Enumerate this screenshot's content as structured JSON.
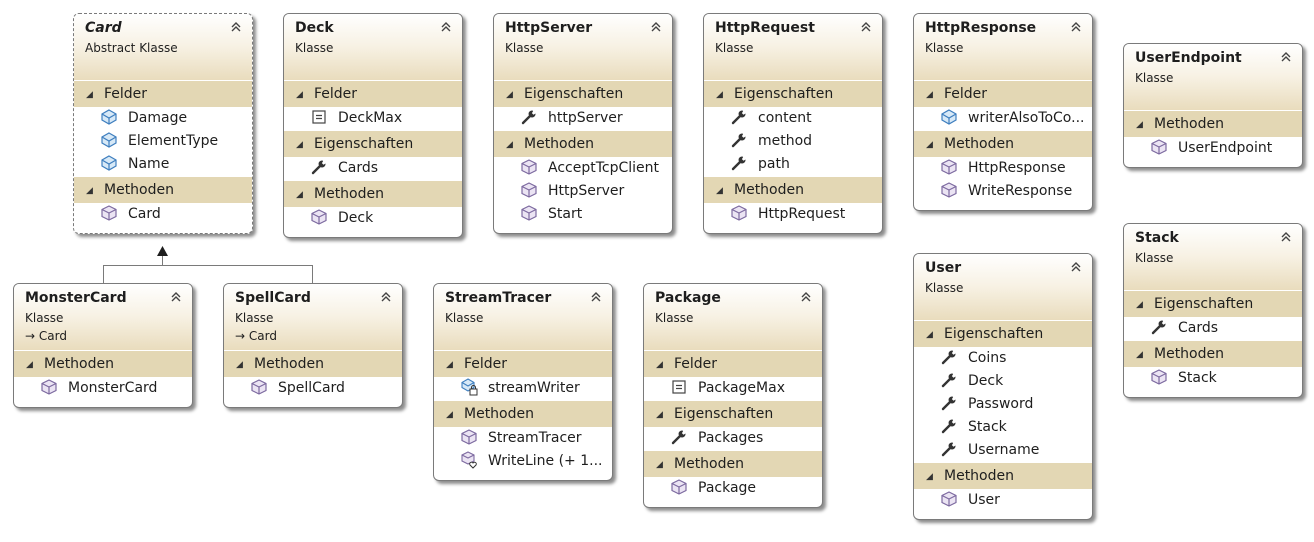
{
  "classes": [
    {
      "id": "card",
      "name": "Card",
      "kind": "Abstract Klasse",
      "abstract": true,
      "sections": [
        {
          "title": "Felder",
          "members": [
            {
              "label": "Damage",
              "icon": "field-icon"
            },
            {
              "label": "ElementType",
              "icon": "field-icon"
            },
            {
              "label": "Name",
              "icon": "field-icon"
            }
          ]
        },
        {
          "title": "Methoden",
          "members": [
            {
              "label": "Card",
              "icon": "method-icon"
            }
          ]
        }
      ]
    },
    {
      "id": "deck",
      "name": "Deck",
      "kind": "Klasse",
      "sections": [
        {
          "title": "Felder",
          "members": [
            {
              "label": "DeckMax",
              "icon": "constant-icon"
            }
          ]
        },
        {
          "title": "Eigenschaften",
          "members": [
            {
              "label": "Cards",
              "icon": "property-icon"
            }
          ]
        },
        {
          "title": "Methoden",
          "members": [
            {
              "label": "Deck",
              "icon": "method-icon"
            }
          ]
        }
      ]
    },
    {
      "id": "httpserver",
      "name": "HttpServer",
      "kind": "Klasse",
      "sections": [
        {
          "title": "Eigenschaften",
          "members": [
            {
              "label": "httpServer",
              "icon": "property-icon"
            }
          ]
        },
        {
          "title": "Methoden",
          "members": [
            {
              "label": "AcceptTcpClient",
              "icon": "method-icon"
            },
            {
              "label": "HttpServer",
              "icon": "method-icon"
            },
            {
              "label": "Start",
              "icon": "method-icon"
            }
          ]
        }
      ]
    },
    {
      "id": "httprequest",
      "name": "HttpRequest",
      "kind": "Klasse",
      "sections": [
        {
          "title": "Eigenschaften",
          "members": [
            {
              "label": "content",
              "icon": "property-icon"
            },
            {
              "label": "method",
              "icon": "property-icon"
            },
            {
              "label": "path",
              "icon": "property-icon"
            }
          ]
        },
        {
          "title": "Methoden",
          "members": [
            {
              "label": "HttpRequest",
              "icon": "method-icon"
            }
          ]
        }
      ]
    },
    {
      "id": "httpresponse",
      "name": "HttpResponse",
      "kind": "Klasse",
      "sections": [
        {
          "title": "Felder",
          "members": [
            {
              "label": "writerAlsoToCo...",
              "icon": "field-icon"
            }
          ]
        },
        {
          "title": "Methoden",
          "members": [
            {
              "label": "HttpResponse",
              "icon": "method-icon"
            },
            {
              "label": "WriteResponse",
              "icon": "method-icon"
            }
          ]
        }
      ]
    },
    {
      "id": "userendpoint",
      "name": "UserEndpoint",
      "kind": "Klasse",
      "sections": [
        {
          "title": "Methoden",
          "members": [
            {
              "label": "UserEndpoint",
              "icon": "method-icon"
            }
          ]
        }
      ]
    },
    {
      "id": "monstercard",
      "name": "MonsterCard",
      "kind": "Klasse",
      "base": "Card",
      "sections": [
        {
          "title": "Methoden",
          "members": [
            {
              "label": "MonsterCard",
              "icon": "method-icon"
            }
          ]
        }
      ]
    },
    {
      "id": "spellcard",
      "name": "SpellCard",
      "kind": "Klasse",
      "base": "Card",
      "sections": [
        {
          "title": "Methoden",
          "members": [
            {
              "label": "SpellCard",
              "icon": "method-icon"
            }
          ]
        }
      ]
    },
    {
      "id": "streamtracer",
      "name": "StreamTracer",
      "kind": "Klasse",
      "sections": [
        {
          "title": "Felder",
          "members": [
            {
              "label": "streamWriter",
              "icon": "private-field-icon"
            }
          ]
        },
        {
          "title": "Methoden",
          "members": [
            {
              "label": "StreamTracer",
              "icon": "method-icon"
            },
            {
              "label": "WriteLine (+ 1...",
              "icon": "overload-method-icon"
            }
          ]
        }
      ]
    },
    {
      "id": "package",
      "name": "Package",
      "kind": "Klasse",
      "sections": [
        {
          "title": "Felder",
          "members": [
            {
              "label": "PackageMax",
              "icon": "constant-icon"
            }
          ]
        },
        {
          "title": "Eigenschaften",
          "members": [
            {
              "label": "Packages",
              "icon": "property-icon"
            }
          ]
        },
        {
          "title": "Methoden",
          "members": [
            {
              "label": "Package",
              "icon": "method-icon"
            }
          ]
        }
      ]
    },
    {
      "id": "user",
      "name": "User",
      "kind": "Klasse",
      "sections": [
        {
          "title": "Eigenschaften",
          "members": [
            {
              "label": "Coins",
              "icon": "property-icon"
            },
            {
              "label": "Deck",
              "icon": "property-icon"
            },
            {
              "label": "Password",
              "icon": "property-icon"
            },
            {
              "label": "Stack",
              "icon": "property-icon"
            },
            {
              "label": "Username",
              "icon": "property-icon"
            }
          ]
        },
        {
          "title": "Methoden",
          "members": [
            {
              "label": "User",
              "icon": "method-icon"
            }
          ]
        }
      ]
    },
    {
      "id": "stack",
      "name": "Stack",
      "kind": "Klasse",
      "sections": [
        {
          "title": "Eigenschaften",
          "members": [
            {
              "label": "Cards",
              "icon": "property-icon"
            }
          ]
        },
        {
          "title": "Methoden",
          "members": [
            {
              "label": "Stack",
              "icon": "method-icon"
            }
          ]
        }
      ]
    }
  ],
  "colors": {
    "section_band": "#e3d7b4",
    "header_gradient_end": "#e9dcbd",
    "border": "#7a7a7a"
  }
}
